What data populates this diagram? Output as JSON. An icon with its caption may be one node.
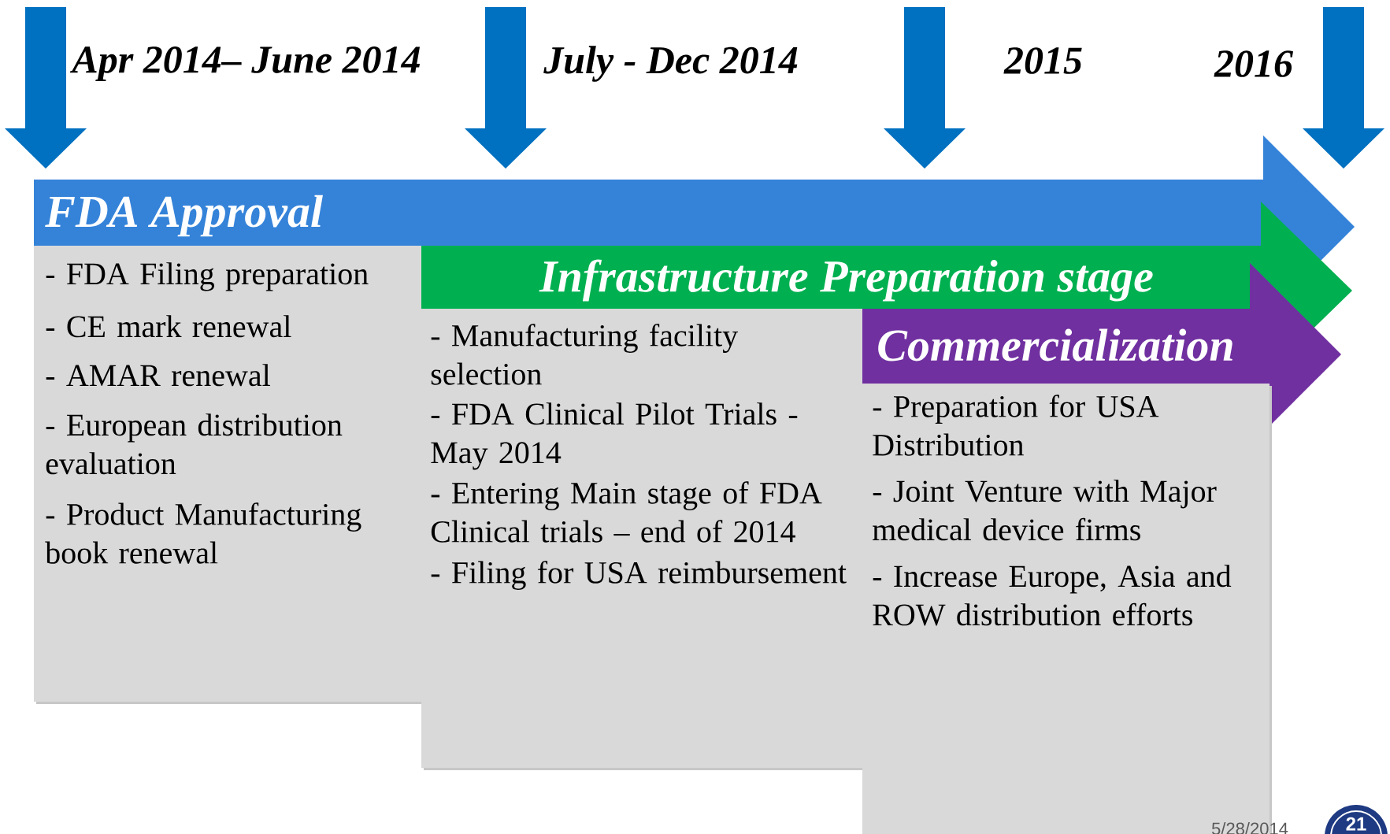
{
  "diagram": {
    "nodes": [
      {
        "text": [
          "FDA Approval"
        ]
      },
      {
        "text": [
          "- FDA Filing preparation",
          "- CE mark renewal",
          "- AMAR renewal",
          "- European distribution evaluation",
          "- Product Manufacturing book renewal"
        ]
      },
      {
        "text": [
          "Infrastructure Preparation stage"
        ]
      },
      {
        "text": [
          "- Manufacturing facility selection",
          "- FDA Clinical Pilot Trials - May 2014",
          "- Entering Main stage of FDA Clinical trials – end of 2014",
          "- Filing for USA reimbursement"
        ]
      },
      {
        "text": [
          "Commercialization"
        ]
      },
      {
        "text": [
          "- Preparation for USA Distribution",
          "- Joint Venture with Major medical device firms",
          "- Increase Europe, Asia and ROW distribution efforts"
        ]
      }
    ],
    "labels": [
      "Apr 2014– June 2014",
      "July - Dec 2014",
      "2015",
      "2016",
      "5/28/2014",
      "21"
    ]
  }
}
